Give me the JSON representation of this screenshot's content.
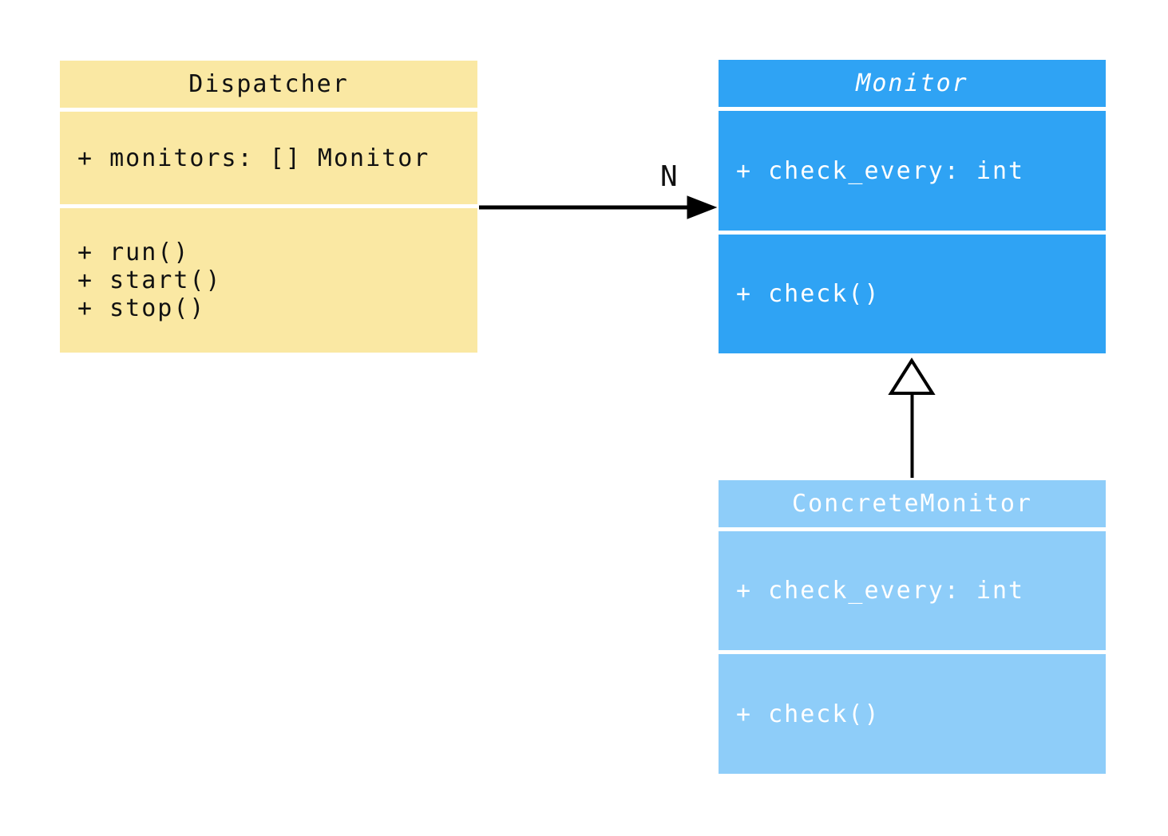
{
  "diagram": {
    "background": "#FFFFFF",
    "edge_color": "#000000"
  },
  "classes": [
    {
      "name": "Dispatcher",
      "abstract": false,
      "fill": "#FAE8A3",
      "text_color": "#111111",
      "attributes": [
        "+ monitors: [] Monitor"
      ],
      "methods": [
        "+ run()",
        "+ start()",
        "+ stop()"
      ]
    },
    {
      "name": "Monitor",
      "abstract": true,
      "fill": "#2FA3F4",
      "text_color": "#FFFFFF",
      "attributes": [
        "+ check_every: int"
      ],
      "methods": [
        "+ check()"
      ]
    },
    {
      "name": "ConcreteMonitor",
      "abstract": false,
      "fill": "#8ECDF9",
      "text_color": "#FFFFFF",
      "attributes": [
        "+ check_every: int"
      ],
      "methods": [
        "+ check()"
      ]
    }
  ],
  "edges": [
    {
      "type": "association",
      "from": "Dispatcher",
      "to": "Monitor",
      "label": "N",
      "arrowhead": "filled-arrow"
    },
    {
      "type": "inheritance",
      "from": "ConcreteMonitor",
      "to": "Monitor",
      "arrowhead": "hollow-triangle"
    }
  ]
}
